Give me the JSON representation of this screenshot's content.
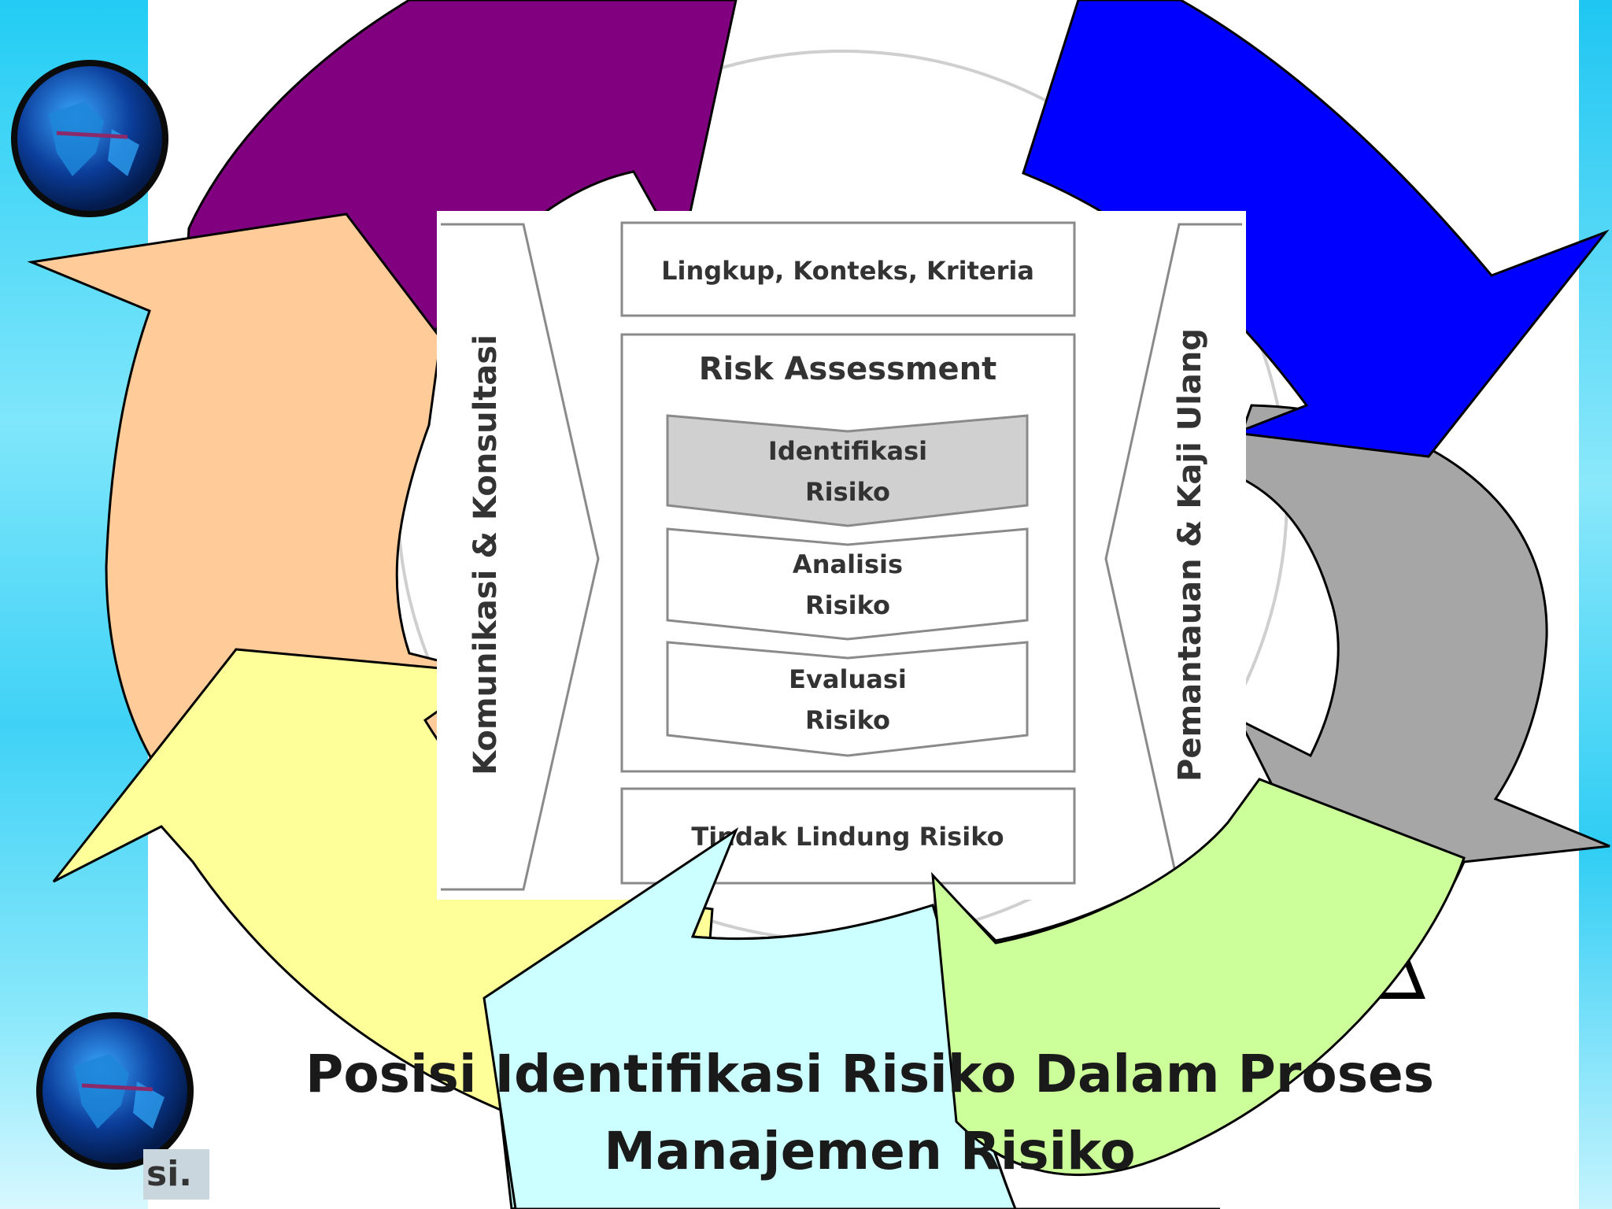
{
  "slide": {
    "title": "Posisi Identifikasi Risiko Dalam Proses Manajemen Risiko",
    "corner_fragment": "si."
  },
  "diagram": {
    "scope_box": "Lingkup, Konteks, Kriteria",
    "assessment_title": "Risk Assessment",
    "steps": [
      {
        "line1": "Identifikasi",
        "line2": "Risiko",
        "highlighted": true
      },
      {
        "line1": "Analisis",
        "line2": "Risiko",
        "highlighted": false
      },
      {
        "line1": "Evaluasi",
        "line2": "Risiko",
        "highlighted": false
      }
    ],
    "treatment_box": "Tindak Lindung Risiko",
    "left_band": "Komunikasi & Konsultasi",
    "right_band": "Pemantauan & Kaji Ulang"
  },
  "cycle_arrows": {
    "colors": {
      "purple": "#800080",
      "blue": "#0000ff",
      "gray": "#a6a6a6",
      "green": "#ccff99",
      "cyan": "#ccffff",
      "yellow": "#ffff99",
      "peach": "#ffcc99"
    }
  },
  "icons": [
    "globe-icon",
    "globe-icon"
  ]
}
